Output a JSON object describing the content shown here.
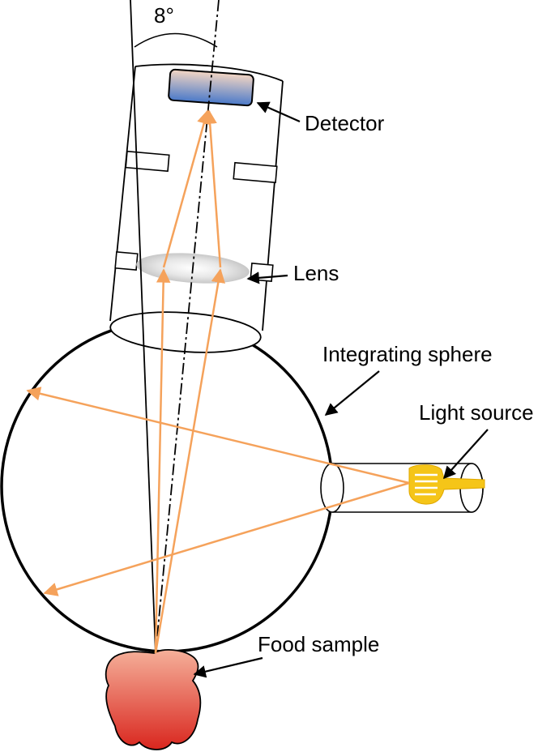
{
  "labels": {
    "angle": "8°",
    "detector": "Detector",
    "lens": "Lens",
    "sphere": "Integrating sphere",
    "light_source": "Light source",
    "food_sample": "Food sample"
  },
  "colors": {
    "ray": "#F5A25B",
    "outline": "#000000",
    "detector_top": "#F4D6C3",
    "detector_bottom": "#4A79C9",
    "lamp": "#F5C518",
    "sample_top": "#F5B09A",
    "sample_bottom": "#D9261E",
    "lens": "#CCCCCC"
  }
}
